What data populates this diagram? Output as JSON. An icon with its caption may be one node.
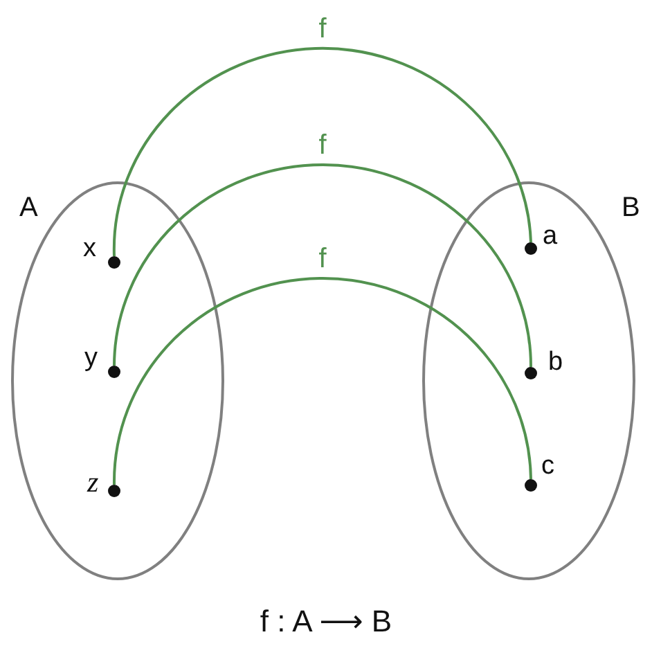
{
  "diagram": {
    "caption": "f : A ⟶ B",
    "nodes": [
      {
        "text": [
          "A"
        ]
      },
      {
        "text": [],
        "shape": "circle",
        "beside": [
          "x"
        ],
        "in": 0
      },
      {
        "text": [],
        "shape": "circle",
        "beside": [
          "y"
        ],
        "in": 0
      },
      {
        "text": [],
        "shape": "circle",
        "beside": [
          "z"
        ],
        "in": 0
      },
      {
        "text": [
          "B"
        ]
      },
      {
        "text": [],
        "shape": "circle",
        "beside": [
          "a"
        ],
        "in": 4
      },
      {
        "text": [],
        "shape": "circle",
        "beside": [
          "b"
        ],
        "in": 4
      },
      {
        "text": [],
        "shape": "circle",
        "beside": [
          "c"
        ],
        "in": 4
      }
    ],
    "edges": [
      {
        "from": 1,
        "to": 5,
        "arrow": "none",
        "label": "f"
      },
      {
        "from": 2,
        "to": 6,
        "arrow": "none",
        "label": "f"
      },
      {
        "from": 3,
        "to": 7,
        "arrow": "none",
        "label": "f"
      }
    ]
  }
}
